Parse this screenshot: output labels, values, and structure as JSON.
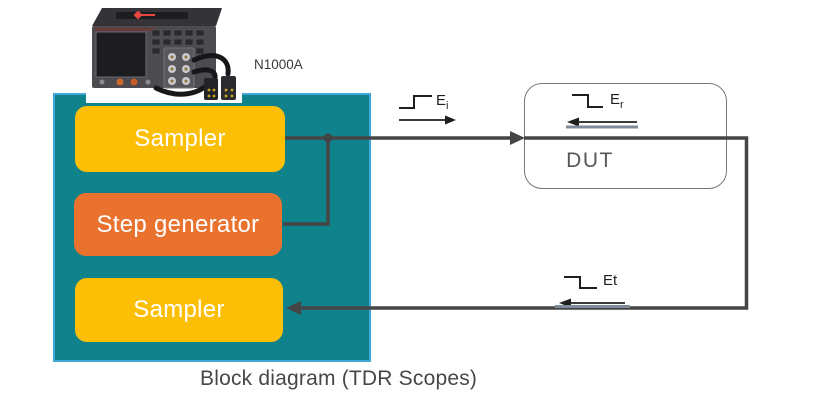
{
  "device": {
    "model_label": "N1000A"
  },
  "blocks": {
    "sampler_top": "Sampler",
    "step_generator": "Step generator",
    "sampler_bottom": "Sampler"
  },
  "dut_label": "DUT",
  "signals": {
    "incident": {
      "base": "E",
      "sub": "i"
    },
    "reflected": {
      "base": "E",
      "sub": "r"
    },
    "transmitted": {
      "base": "Et",
      "sub": ""
    }
  },
  "caption": "Block diagram (TDR Scopes)",
  "colors": {
    "backplate_teal": "#10828C",
    "backplate_border_blue": "#41A8DA",
    "sampler_yellow": "#FCBF05",
    "step_generator_orange": "#E9722E",
    "wire_gray": "#454545",
    "signal_underline_slate": "#7D8C98",
    "dut_border_gray": "#777777"
  }
}
